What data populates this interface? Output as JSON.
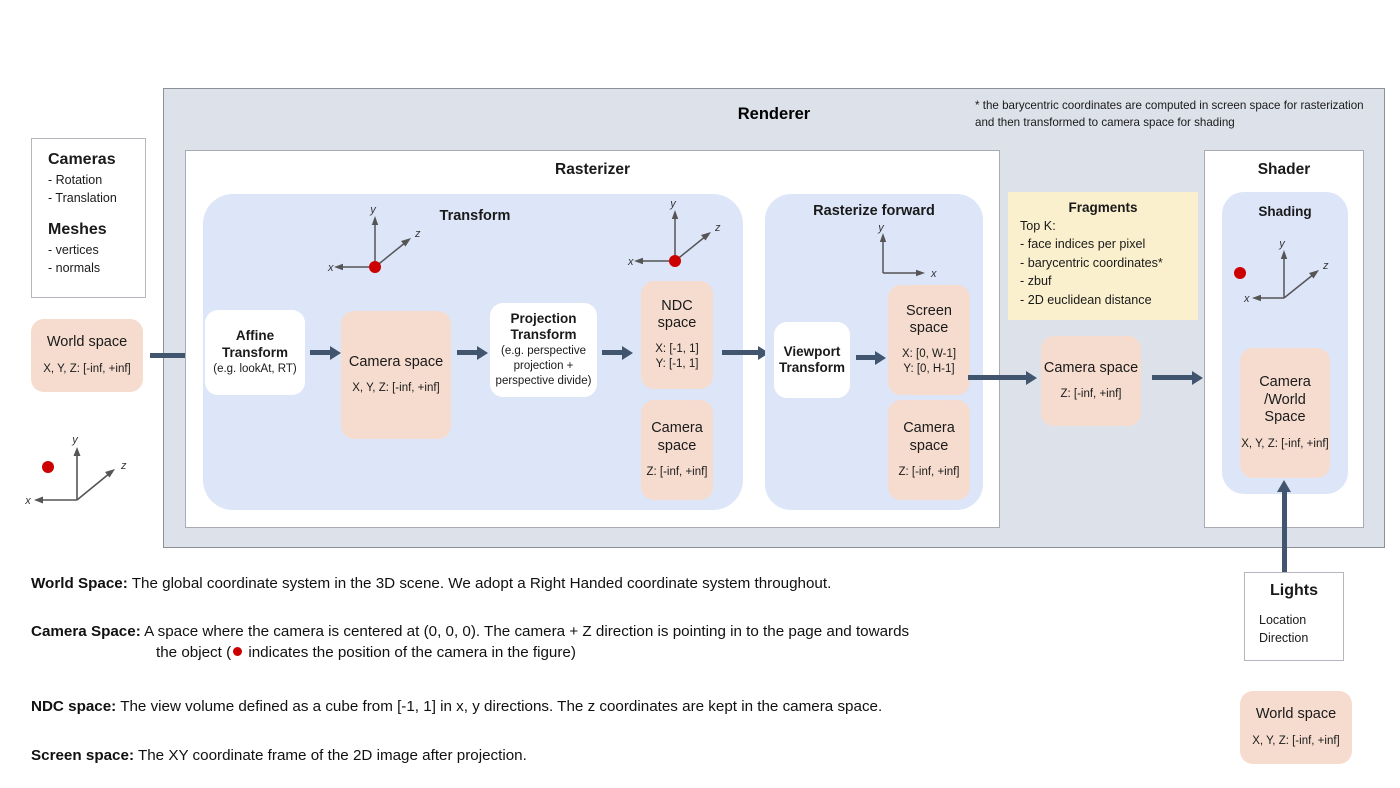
{
  "colors": {
    "renderer_bg": "#dde1ea",
    "panel_blue": "#dde5f8",
    "node_salmon": "#f6dccf",
    "fragments_yellow": "#faf0cd",
    "arrow": "#41556e",
    "camera_dot": "#cc0000"
  },
  "renderer": {
    "title": "Renderer",
    "note": "* the barycentric coordinates are computed in screen space for rasterization and then transformed to camera space for shading"
  },
  "inputs": {
    "cameras": {
      "heading": "Cameras",
      "items": [
        "- Rotation",
        "- Translation"
      ]
    },
    "meshes": {
      "heading": "Meshes",
      "items": [
        "- vertices",
        "- normals"
      ]
    },
    "world_space": {
      "title": "World space",
      "range": "X, Y, Z: [-inf, +inf]"
    },
    "axis_gizmo": {
      "x": "x",
      "y": "y",
      "z": "z"
    }
  },
  "rasterizer": {
    "title": "Rasterizer",
    "transform": {
      "title": "Transform",
      "axis_gizmo": {
        "x": "x",
        "y": "y",
        "z": "z"
      },
      "affine": {
        "title": "Affine Transform",
        "subtitle": "(e.g. lookAt, RT)"
      },
      "camera_space": {
        "title": "Camera space",
        "range": "X, Y, Z: [-inf, +inf]"
      },
      "projection": {
        "title": "Projection Transform",
        "subtitle": "(e.g. perspective projection + perspective divide)"
      },
      "ndc_axis_gizmo": {
        "x": "x",
        "y": "y",
        "z": "z"
      },
      "ndc_space": {
        "title": "NDC space",
        "range_x": "X: [-1, 1]",
        "range_y": "Y: [-1, 1]"
      },
      "ndc_camera_space": {
        "title": "Camera space",
        "range": "Z: [-inf, +inf]"
      }
    },
    "rasterize_forward": {
      "title": "Rasterize forward",
      "axis_gizmo": {
        "x": "x",
        "y": "y"
      },
      "viewport": {
        "title": "Viewport Transform"
      },
      "screen_space": {
        "title": "Screen space",
        "range_x": "X: [0, W-1]",
        "range_y": "Y: [0,  H-1]"
      },
      "screen_camera_space": {
        "title": "Camera space",
        "range": "Z: [-inf, +inf]"
      }
    }
  },
  "fragments": {
    "title": "Fragments",
    "intro": "Top K:",
    "items": [
      "- face indices per pixel",
      "- barycentric coordinates*",
      "- zbuf",
      "- 2D euclidean distance"
    ],
    "camera_space": {
      "title": "Camera space",
      "range": "Z: [-inf, +inf]"
    }
  },
  "shader": {
    "title": "Shader",
    "shading": {
      "title": "Shading",
      "axis_gizmo": {
        "x": "x",
        "y": "y",
        "z": "z"
      },
      "camera_world_space": {
        "title": "Camera /World Space",
        "line1": "Camera",
        "line2": "/World",
        "line3": "Space",
        "range": "X, Y, Z: [-inf, +inf]"
      }
    }
  },
  "lights": {
    "heading": "Lights",
    "items": [
      "Location",
      "Direction"
    ],
    "world_space": {
      "title": "World space",
      "range": "X, Y, Z: [-inf, +inf]"
    }
  },
  "legend": {
    "world_space": {
      "term": "World Space:",
      "text": " The global coordinate system in the 3D scene. We adopt a Right Handed coordinate system throughout."
    },
    "camera_space": {
      "term": "Camera Space:",
      "text_before": " A space where the camera is centered at (0, 0, 0). The camera + Z direction is pointing in to the page and towards",
      "text_mid": "the object (",
      "text_after": " indicates the position of the camera in the figure)"
    },
    "ndc_space": {
      "term": "NDC space:",
      "text": " The view volume defined as a cube from [-1, 1] in x, y directions. The z coordinates are kept in the camera space."
    },
    "screen_space": {
      "term": "Screen space:",
      "text": " The XY coordinate frame of the 2D image after projection."
    }
  }
}
